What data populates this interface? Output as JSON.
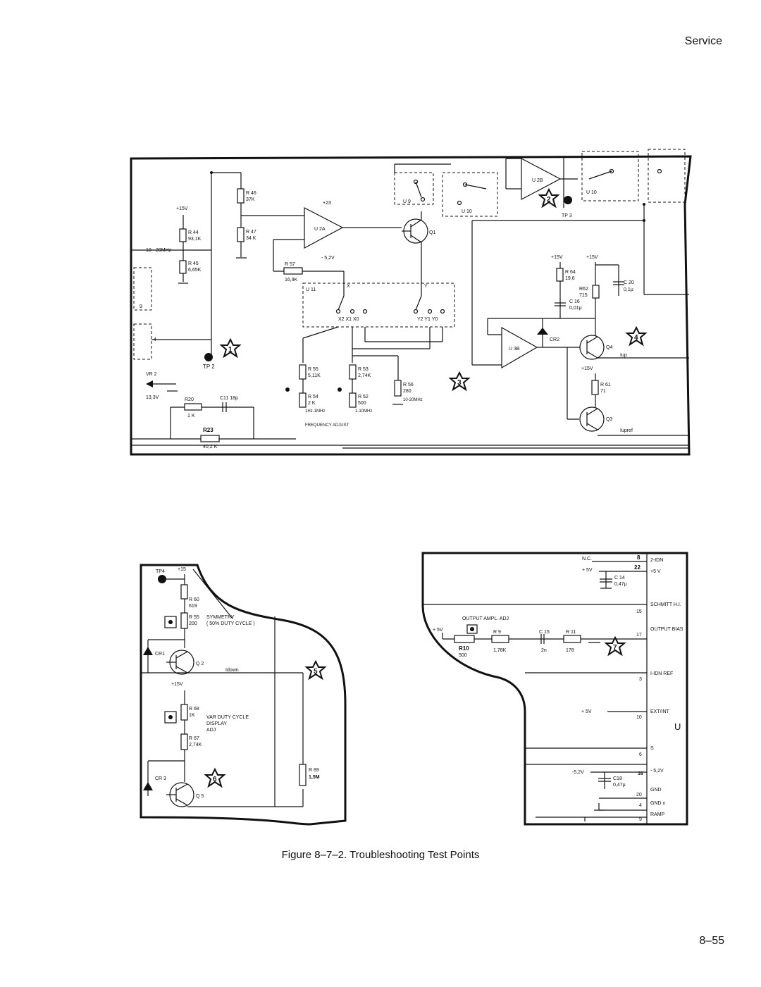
{
  "header": {
    "section": "Service"
  },
  "figure": {
    "caption": "Figure 8–7–2. Troubleshooting Test Points"
  },
  "footer": {
    "page_number": "8–55"
  },
  "test_points": [
    "1",
    "2",
    "3",
    "4",
    "5",
    "6",
    "7"
  ],
  "top_schematic": {
    "labels": {
      "plus15v": "+15V",
      "range_10_20": "10 - 20MHz",
      "plus23": "+23",
      "minus5_2": "- 5,2V",
      "tp2": "TP 2",
      "tp3": "TP 3",
      "vr2": "VR 2",
      "vr2_val": "13,3V",
      "freq_adjust": "FREQUENCY ADJUST",
      "iup": "Iup",
      "iupref": "Iupref",
      "u2a": "U 2A",
      "u2b": "U 2B",
      "u3b": "U 3B",
      "u9": "U 9",
      "u10": "U 10",
      "u11": "U 11",
      "q1": "Q1",
      "q3": "Q3",
      "q4": "Q4",
      "cr2": "CR2",
      "pin_x": "X",
      "pin_y": "Y",
      "pins_x": "X2 X1 X0",
      "pins_y": "Y2 Y1 Y0"
    },
    "components": {
      "r46": "R 46",
      "r46_val": "37K",
      "r47": "R 47",
      "r47_val": "34 K",
      "r44": "R 44",
      "r44_val": "93,1K",
      "r45": "R 45",
      "r45_val": "6,65K",
      "r57": "R 57",
      "r57_val": "16,9K",
      "r20": "R20",
      "r20_val": "1 K",
      "c11": "C11 18p",
      "r23": "R23",
      "r23_val": "40,2 K",
      "r55": "R 55",
      "r55_val": "5,11K",
      "r54": "R 54",
      "r54_val": "2 K",
      "r54_range": "1Hz-1MHz",
      "r53": "R 53",
      "r53_val": "2,74K",
      "r52": "R 52",
      "r52_val": "500",
      "r52_range": "1-10MHz",
      "r56": "R 56",
      "r56_val": "280",
      "r56_range": "10-20MHz",
      "r64": "R 64",
      "r64_val": "19,6",
      "r62": "R62",
      "r62_val": "715",
      "c20": "C 20",
      "c20_val": "0,1μ",
      "c16": "C 16",
      "c16_val": "0,01μ",
      "r61": "R 61",
      "r61_val": "71"
    }
  },
  "bottom_left": {
    "labels": {
      "tp4": "TP4",
      "plus15": "+15",
      "plus15v": "+15V",
      "symmetry": "SYMMETRY",
      "duty": "( 50% DUTY CYCLE )",
      "var_duty1": "VAR DUTY CYCLE",
      "var_duty2": "DISPLAY",
      "var_duty3": "ADJ",
      "idown": "Idown",
      "q2": "Q 2",
      "q5": "Q 5",
      "cr1": "CR1",
      "cr3": "CR 3"
    },
    "components": {
      "r60": "R 60",
      "r60_val": "619",
      "r55": "R 55",
      "r55_val": "200",
      "r68": "R 68",
      "r68_val": "1K",
      "r67": "R 67",
      "r67_val": "2,74K",
      "r89": "R 89",
      "r89_val": "1,5M"
    }
  },
  "bottom_right": {
    "labels": {
      "nc": "N.C.",
      "plus5v": "+ 5V",
      "c14": "C 14",
      "c14_val": "0,47μ",
      "output_ampl_adj": "OUTPUT  AMPL. ADJ",
      "r10": "R10",
      "r10_val": "500",
      "r9": "R 9",
      "r9_val": "1,78K",
      "c15": "C 15",
      "c15_val": "2n",
      "r11": "R 11",
      "r11_val": "178",
      "minus5_2": "-5,2V",
      "c18": "C18",
      "c18_val": "0,47μ"
    },
    "connector_pins": [
      {
        "num": "8",
        "label": "2-IDN"
      },
      {
        "num": "22",
        "label": "+5 V"
      },
      {
        "num": "15",
        "label": "SCHMITT H.I."
      },
      {
        "num": "17",
        "label": "OUTPUT BIAS"
      },
      {
        "num": "3",
        "label": "I-IDN REF"
      },
      {
        "num": "10",
        "label": "EXT/INT"
      },
      {
        "num": "6",
        "label": "S"
      },
      {
        "num": "16",
        "label": "- 5,2V"
      },
      {
        "num": "20",
        "label": "GND"
      },
      {
        "num": "4",
        "label": "GND x"
      },
      {
        "num": "9",
        "label": "RAMP"
      }
    ],
    "edge_letter": "U"
  }
}
